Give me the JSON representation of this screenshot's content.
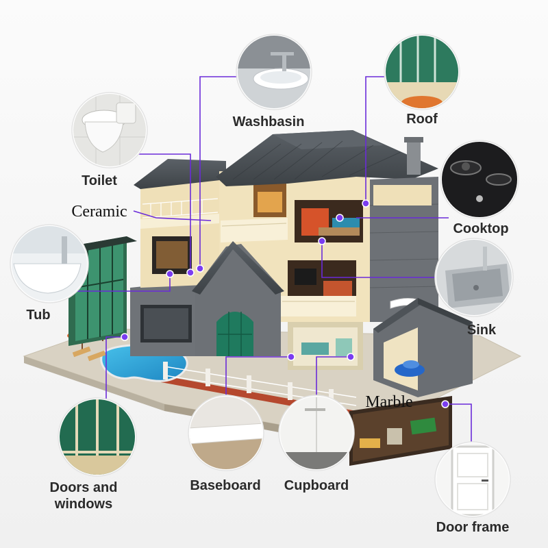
{
  "labels": {
    "washbasin": "Washbasin",
    "roof": "Roof",
    "toilet": "Toilet",
    "ceramic": "Ceramic",
    "cooktop": "Cooktop",
    "tub": "Tub",
    "sink": "Sink",
    "marble": "Marble",
    "doors_and_windows": "Doors and\nwindows",
    "baseboard": "Baseboard",
    "cupboard": "Cupboard",
    "door_frame": "Door frame"
  },
  "colors": {
    "leader_line": "#6a2bd9",
    "marker": "#7b3df0",
    "roof_tile": "#4e5358",
    "wall_cream": "#efe0b8",
    "stone_gray": "#6d7176",
    "glass_green": "#1f7a5e",
    "pool_blue": "#2aa6d9",
    "car_blue": "#2567c9"
  }
}
